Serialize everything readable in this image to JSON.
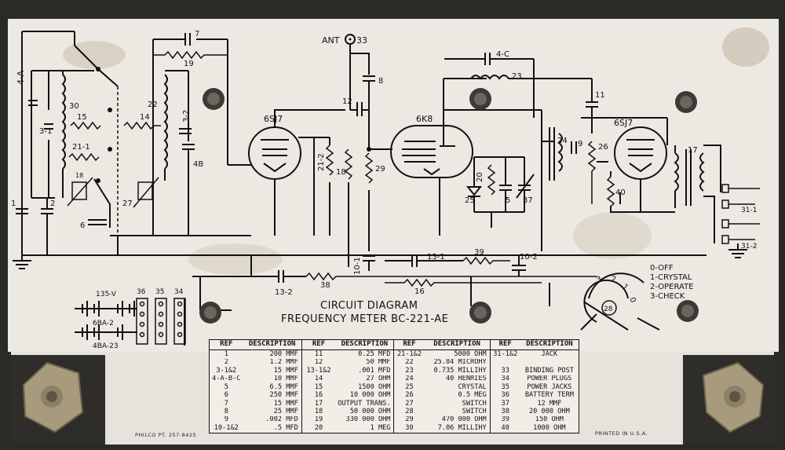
{
  "labels": {
    "ant": "ANT",
    "ant_post": "33",
    "tube_v1": "6SJ7",
    "tube_v2": "6K8",
    "tube_v3": "6SJ7",
    "c7": "7",
    "r19": "19",
    "c4a": "4-A",
    "c31": "3-1",
    "l30": "30",
    "r15": "15",
    "s211": "21-1",
    "s18": "18",
    "r22": "22",
    "r14": "14",
    "c32": "3-2",
    "c4b": "4B",
    "m27": "27",
    "c6": "6",
    "c1": "1",
    "c2": "2",
    "c8": "8",
    "c12": "12",
    "s212": "21-2",
    "r18": "18",
    "r29": "29",
    "c4c": "4-C",
    "l23": "23",
    "c11": "11",
    "d25": "25",
    "c20": "20",
    "c5": "5",
    "c37": "37",
    "l24": "24",
    "c9": "9",
    "r26": "26",
    "t17": "17",
    "r40": "40",
    "j311": "31-1",
    "j312": "31-2",
    "c101": "10-1",
    "c131": "13-1",
    "r39": "39",
    "c102": "10-2",
    "c132": "13-2",
    "r38": "38",
    "r16": "16",
    "bat135": "135-V",
    "bat6ba2": "6BA-2",
    "bat4ba23": "4BA-23",
    "p36": "36",
    "p35": "35",
    "p34": "34",
    "sw28": "28",
    "sw_digits": [
      "3",
      "2",
      "1",
      "0"
    ],
    "sw_legend": [
      "0-OFF",
      "1-CRYSTAL",
      "2-OPERATE",
      "3-CHECK"
    ],
    "title1": "CIRCUIT DIAGRAM",
    "title2": "FREQUENCY METER BC-221-AE"
  },
  "table": {
    "headers": [
      "REF",
      "DESCRIPTION",
      "REF",
      "DESCRIPTION",
      "REF",
      "DESCRIPTION",
      "REF",
      "DESCRIPTION"
    ],
    "rows": [
      [
        "1",
        "200 MMF",
        "11",
        "0.25 MFD",
        "21-1&2",
        "5000 OHM",
        "31-1&2",
        "JACK"
      ],
      [
        "2",
        "1.2 MMF",
        "12",
        "50 MMF",
        "22",
        "25.84 MICROHY",
        "",
        ""
      ],
      [
        "3-1&2",
        "15 MMF",
        "13-1&2",
        ".001 MFD",
        "23",
        "0.735 MILLIHY",
        "33",
        "BINDING POST"
      ],
      [
        "4-A-B-C",
        "10 MMF",
        "14",
        "27 OHM",
        "24",
        "40 HENRIES",
        "34",
        "POWER PLUGS"
      ],
      [
        "5",
        "6.5 MMF",
        "15",
        "1500 OHM",
        "25",
        "CRYSTAL",
        "35",
        "POWER JACKS"
      ],
      [
        "6",
        "250 MMF",
        "16",
        "10 000 OHM",
        "26",
        "0.5 MEG",
        "36",
        "BATTERY TERM"
      ],
      [
        "7",
        "15 MMF",
        "17",
        "OUTPUT TRANS.",
        "27",
        "SWITCH",
        "37",
        "12 MMF"
      ],
      [
        "8",
        "25 MMF",
        "18",
        "50 000 OHM",
        "28",
        "SWITCH",
        "38",
        "20 000 OHM"
      ],
      [
        "9",
        ".002 MFD",
        "19",
        "330 000 OHM",
        "29",
        "470 000 OHM",
        "39",
        "150 OHM"
      ],
      [
        "10-1&2",
        ".5 MFD",
        "20",
        "1 MEG",
        "30",
        "7.06 MILLIHY",
        "40",
        "1000 OHM"
      ]
    ]
  },
  "footer": {
    "left": "PHILCO PT. 257-8425",
    "right": "PRINTED IN U.S.A."
  },
  "colors": {
    "plate": "#ece9e3",
    "frame": "#2a2a27",
    "ink": "#111111",
    "brass": "#a89a7c"
  }
}
